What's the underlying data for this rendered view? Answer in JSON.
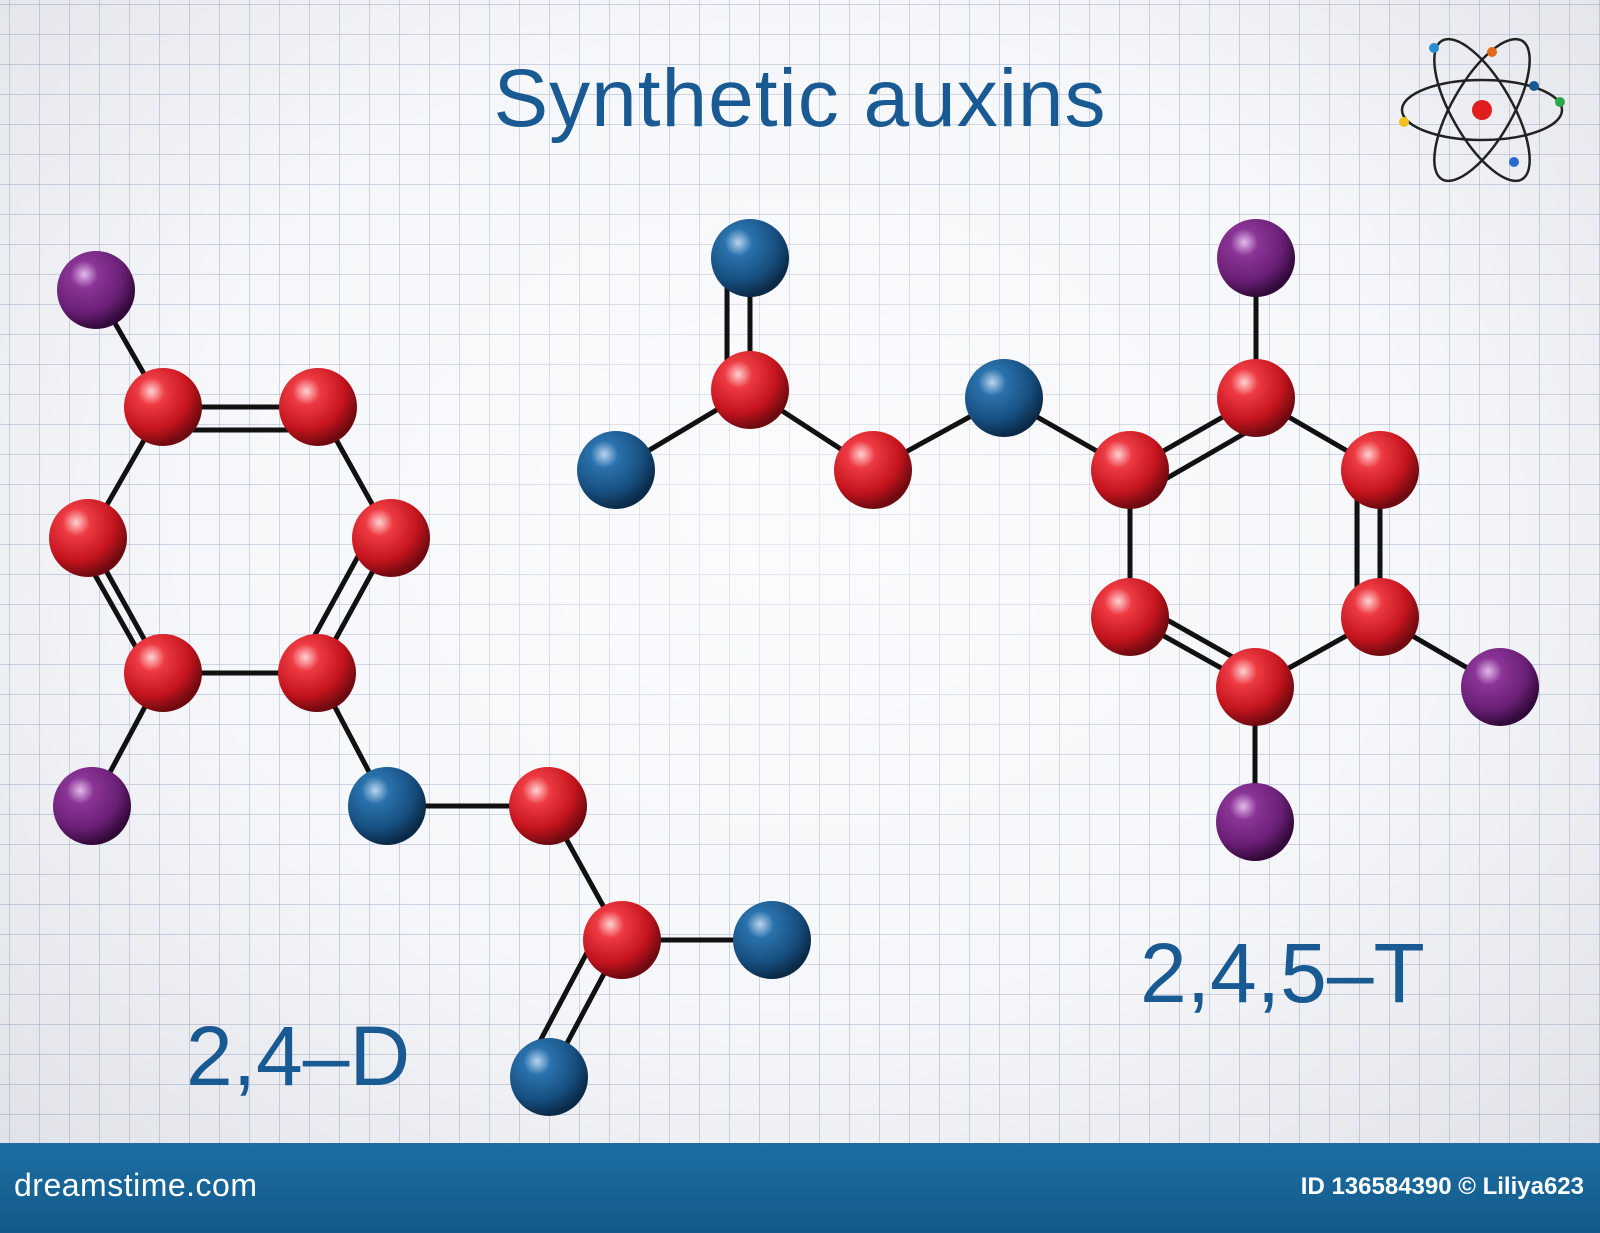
{
  "title": "Synthetic auxins",
  "labels": {
    "d24": "2,4–D",
    "t245": "2,4,5–T"
  },
  "footer": {
    "brand": "dreamstime.com",
    "credit": "ID 136584390 © Liliya623"
  },
  "colors": {
    "carbon_red": "#d8202a",
    "oxygen_blue": "#1e5a8e",
    "chlorine_purple": "#7a2a86",
    "title_blue": "#1a5a92",
    "footer_blue": "#1c6ea4"
  },
  "atom_icon": "atom-icon"
}
